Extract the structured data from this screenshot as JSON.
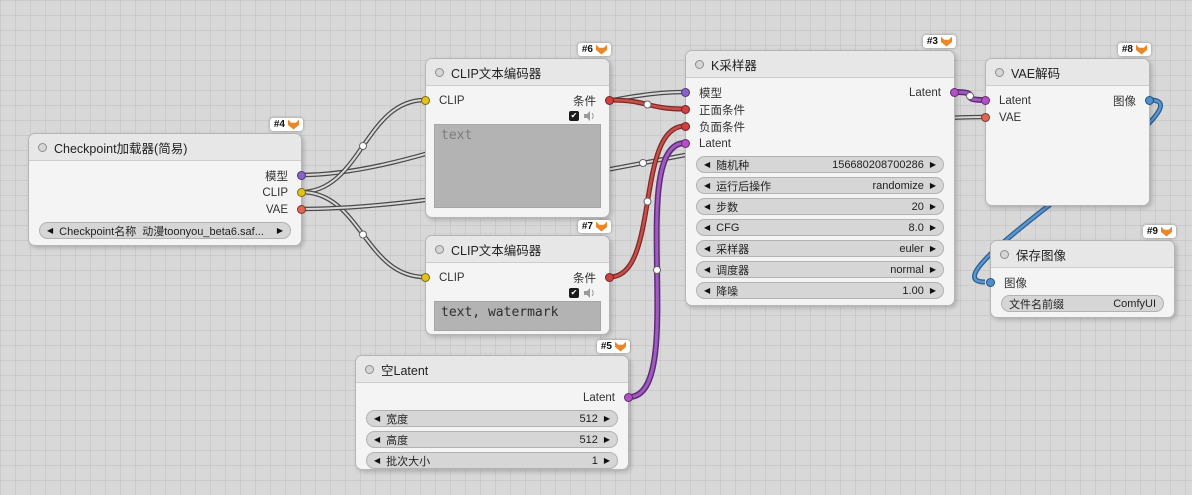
{
  "icons": {
    "prev": "◀",
    "next": "▶",
    "check": "✔"
  },
  "colors": {
    "model": "#8a63c9",
    "clip": "#e3c01c",
    "vae": "#dd6656",
    "conditioning": "#d04040",
    "latent": "#b44fc8",
    "image": "#4d8fd1"
  },
  "nodes": [
    {
      "id": "#4",
      "title": "Checkpoint加载器(简易)",
      "outputs": [
        "模型",
        "CLIP",
        "VAE"
      ],
      "widgets": [
        {
          "label": "Checkpoint名称",
          "value": "动漫toonyou_beta6.saf..."
        }
      ]
    },
    {
      "id": "#6",
      "title": "CLIP文本编码器",
      "inputs": [
        "CLIP"
      ],
      "outputs": [
        "条件"
      ],
      "text": "text"
    },
    {
      "id": "#7",
      "title": "CLIP文本编码器",
      "inputs": [
        "CLIP"
      ],
      "outputs": [
        "条件"
      ],
      "text": "text, watermark"
    },
    {
      "id": "#3",
      "title": "K采样器",
      "inputs": [
        "模型",
        "正面条件",
        "负面条件",
        "Latent"
      ],
      "outputs": [
        "Latent"
      ],
      "widgets": [
        {
          "label": "随机种",
          "value": "156680208700286"
        },
        {
          "label": "运行后操作",
          "value": "randomize"
        },
        {
          "label": "步数",
          "value": "20"
        },
        {
          "label": "CFG",
          "value": "8.0"
        },
        {
          "label": "采样器",
          "value": "euler"
        },
        {
          "label": "调度器",
          "value": "normal"
        },
        {
          "label": "降噪",
          "value": "1.00"
        }
      ]
    },
    {
      "id": "#8",
      "title": "VAE解码",
      "inputs": [
        "Latent",
        "VAE"
      ],
      "outputs": [
        "图像"
      ]
    },
    {
      "id": "#9",
      "title": "保存图像",
      "inputs": [
        "图像"
      ],
      "widgets": [
        {
          "label": "文件名前缀",
          "value": "ComfyUI"
        }
      ]
    },
    {
      "id": "#5",
      "title": "空Latent",
      "outputs": [
        "Latent"
      ],
      "widgets": [
        {
          "label": "宽度",
          "value": "512"
        },
        {
          "label": "高度",
          "value": "512"
        },
        {
          "label": "批次大小",
          "value": "1"
        }
      ]
    }
  ]
}
